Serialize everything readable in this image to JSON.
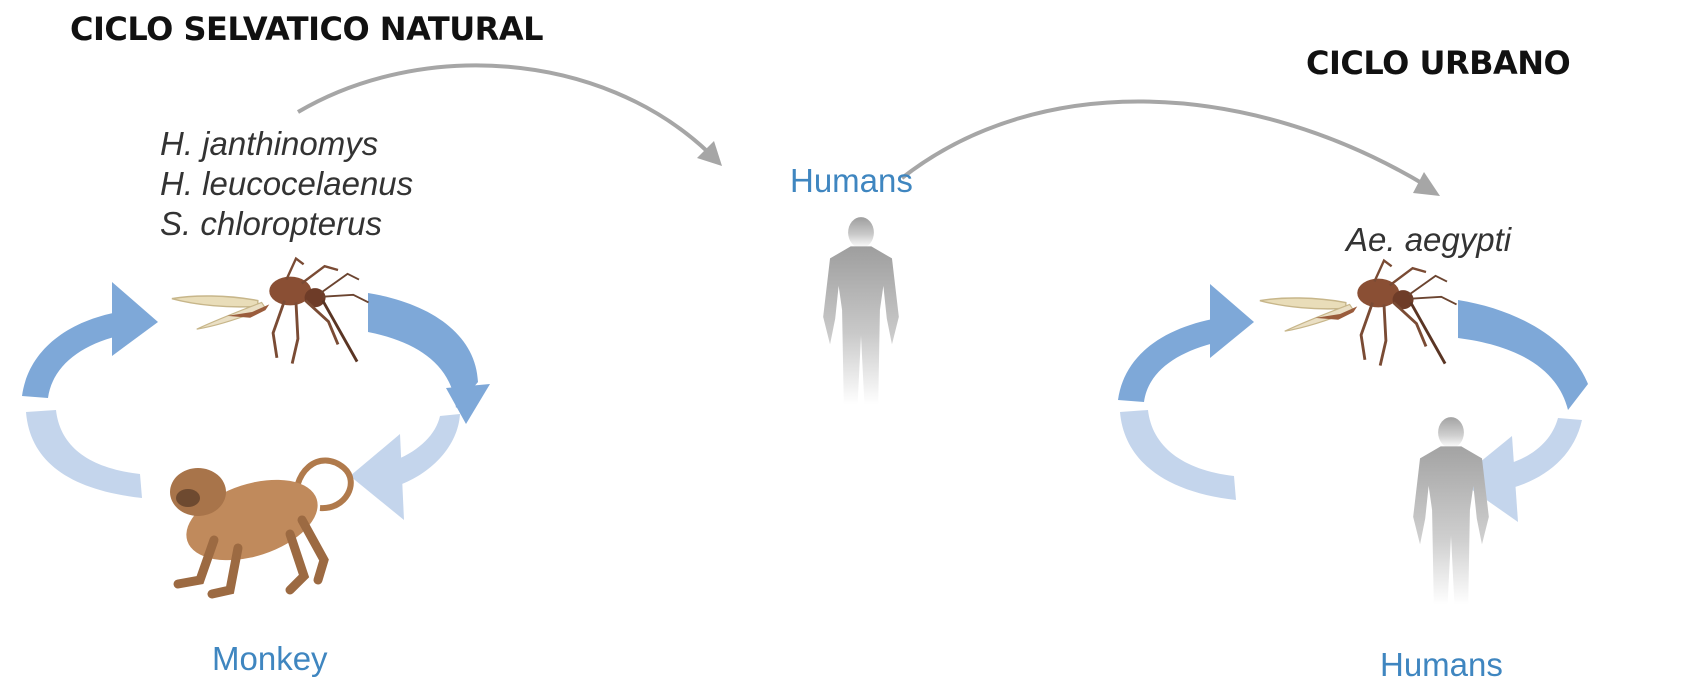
{
  "sylvatic_cycle": {
    "title": "CICLO SELVATICO NATURAL",
    "vectors": [
      "H. janthinomys",
      "H. leucocelaenus",
      "S. chloropterus"
    ],
    "host": "Monkey"
  },
  "transfer": {
    "host": "Humans"
  },
  "urban_cycle": {
    "title": "CICLO URBANO",
    "vector": "Ae. aegypti",
    "host": "Humans"
  },
  "colors": {
    "arrow_dark": "#7ea8d8",
    "arrow_light": "#c4d5ec",
    "curve": "#a6a6a6",
    "host_label": "#3f86c0",
    "human_silhouette": "#b5b5b5",
    "mosquito": "#8a5a3a",
    "monkey": "#b07a4c"
  }
}
